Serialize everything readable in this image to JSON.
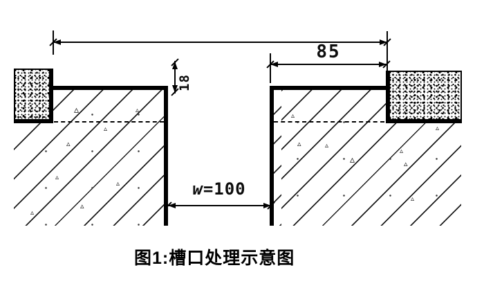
{
  "figure": {
    "caption": "图1:槽口处理示意图",
    "dimensions": {
      "width_85": "85",
      "height_18": "18",
      "groove_width": "w=100"
    },
    "icons": {
      "aggregate_triangle": "▵"
    },
    "colors": {
      "line": "#000000",
      "background": "#ffffff"
    }
  }
}
